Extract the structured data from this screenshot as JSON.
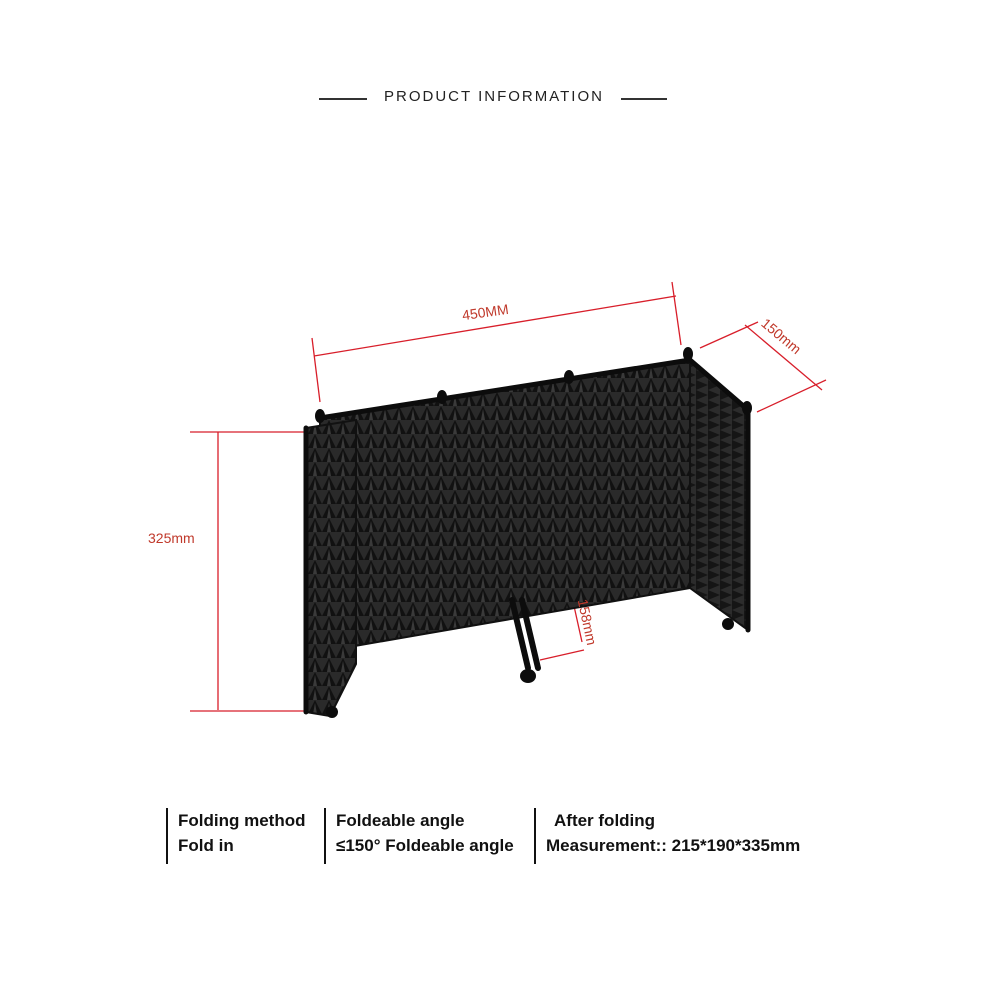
{
  "header": {
    "title": "PRODUCT INFORMATION"
  },
  "dimensions": {
    "width": "450MM",
    "depth": "150mm",
    "height": "325mm",
    "mount": "158mm"
  },
  "colors": {
    "dimension_line": "#d81e2a",
    "foam": "#1e1e1e"
  },
  "specs": [
    {
      "heading": "Folding method",
      "value": "Fold in"
    },
    {
      "heading": "Foldeable angle",
      "value": "≤150° Foldeable angle"
    },
    {
      "heading": "After folding",
      "value": "Measurement::  215*190*335mm"
    }
  ]
}
